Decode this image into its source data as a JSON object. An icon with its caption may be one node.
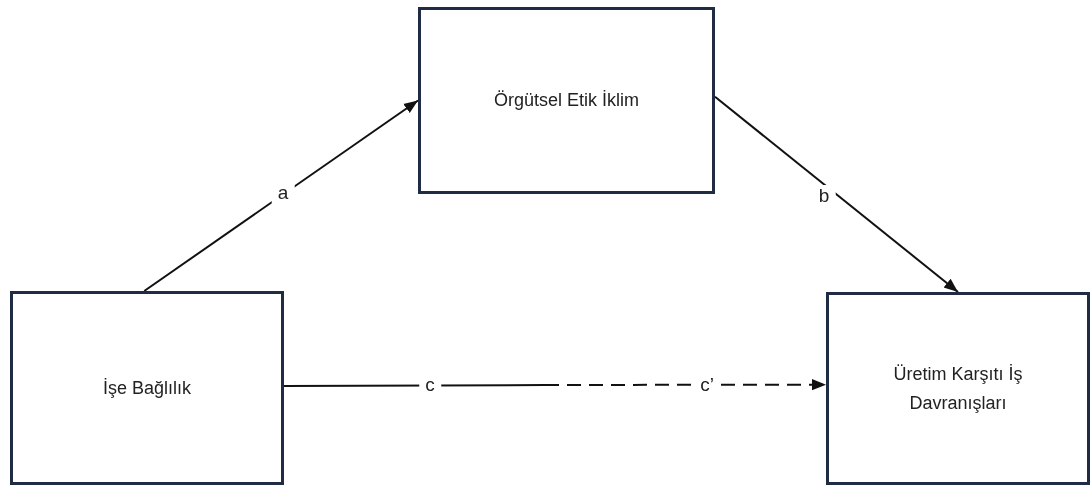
{
  "diagram": {
    "nodes": [
      {
        "text": [
          "İşe Bağlılık"
        ]
      },
      {
        "text": [
          "Örgütsel Etik İklim"
        ]
      },
      {
        "text": [
          "Üretim Karşıtı İş Davranışları"
        ]
      }
    ],
    "edges": [
      {
        "from": 0,
        "to": 1,
        "arrow": "to",
        "label": "a"
      },
      {
        "from": 1,
        "to": 2,
        "arrow": "to",
        "label": "b"
      },
      {
        "from": 0,
        "to": null,
        "arrow": "none",
        "label": "c"
      },
      {
        "from": null,
        "to": 2,
        "arrow": "to",
        "style": "dashed",
        "label": "c’"
      }
    ]
  }
}
